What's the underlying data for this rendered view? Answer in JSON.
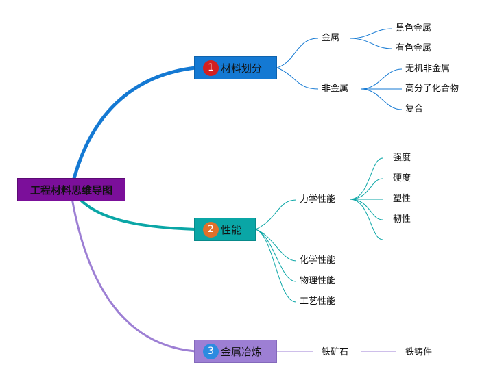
{
  "root": {
    "label": "工程材料思维导图",
    "color": "#7b0f9a"
  },
  "branches": [
    {
      "number": "1",
      "label": "材料划分",
      "color": "#1479d3",
      "children": [
        {
          "label": "金属",
          "children": [
            "黑色金属",
            "有色金属"
          ]
        },
        {
          "label": "非金属",
          "children": [
            "无机非金属",
            "高分子化合物",
            "复合"
          ]
        }
      ]
    },
    {
      "number": "2",
      "label": "性能",
      "color": "#0aa6a6",
      "children": [
        {
          "label": "力学性能",
          "children": [
            "强度",
            "硬度",
            "塑性",
            "韧性"
          ]
        },
        {
          "label": "化学性能"
        },
        {
          "label": "物理性能"
        },
        {
          "label": "工艺性能"
        }
      ]
    },
    {
      "number": "3",
      "label": "金属冶炼",
      "color": "#9d7fd4",
      "children": [
        {
          "label": "铁矿石",
          "children": [
            "铁铸件"
          ]
        }
      ]
    }
  ]
}
